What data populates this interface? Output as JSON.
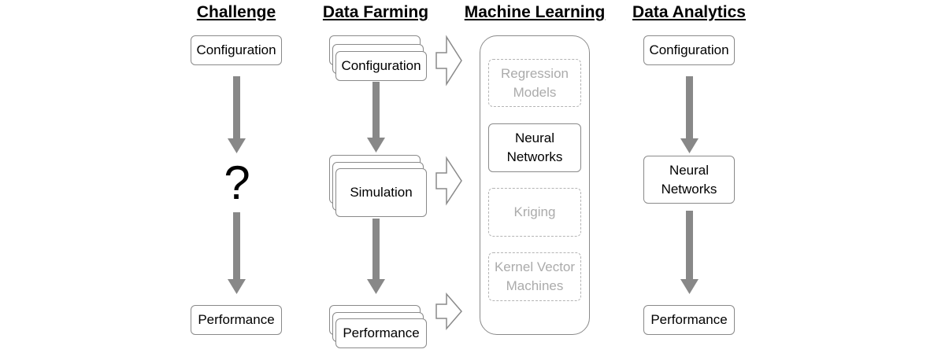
{
  "columns": {
    "challenge": {
      "title": "Challenge",
      "top_box": "Configuration",
      "unknown": "?",
      "bottom_box": "Performance"
    },
    "data_farming": {
      "title": "Data Farming",
      "configuration": "Configuration",
      "simulation": "Simulation",
      "performance": "Performance"
    },
    "machine_learning": {
      "title": "Machine Learning",
      "models": [
        {
          "line1": "Regression",
          "line2": "Models",
          "active": false
        },
        {
          "line1": "Neural",
          "line2": "Networks",
          "active": true
        },
        {
          "line1": "Kriging",
          "line2": "",
          "active": false
        },
        {
          "line1": "Kernel Vector",
          "line2": "Machines",
          "active": false
        }
      ]
    },
    "data_analytics": {
      "title": "Data Analytics",
      "top_box": "Configuration",
      "model_line1": "Neural",
      "model_line2": "Networks",
      "bottom_box": "Performance"
    }
  },
  "colors": {
    "arrow": "#888888",
    "border": "#8a8a8a",
    "inactive_text": "#ababab"
  }
}
